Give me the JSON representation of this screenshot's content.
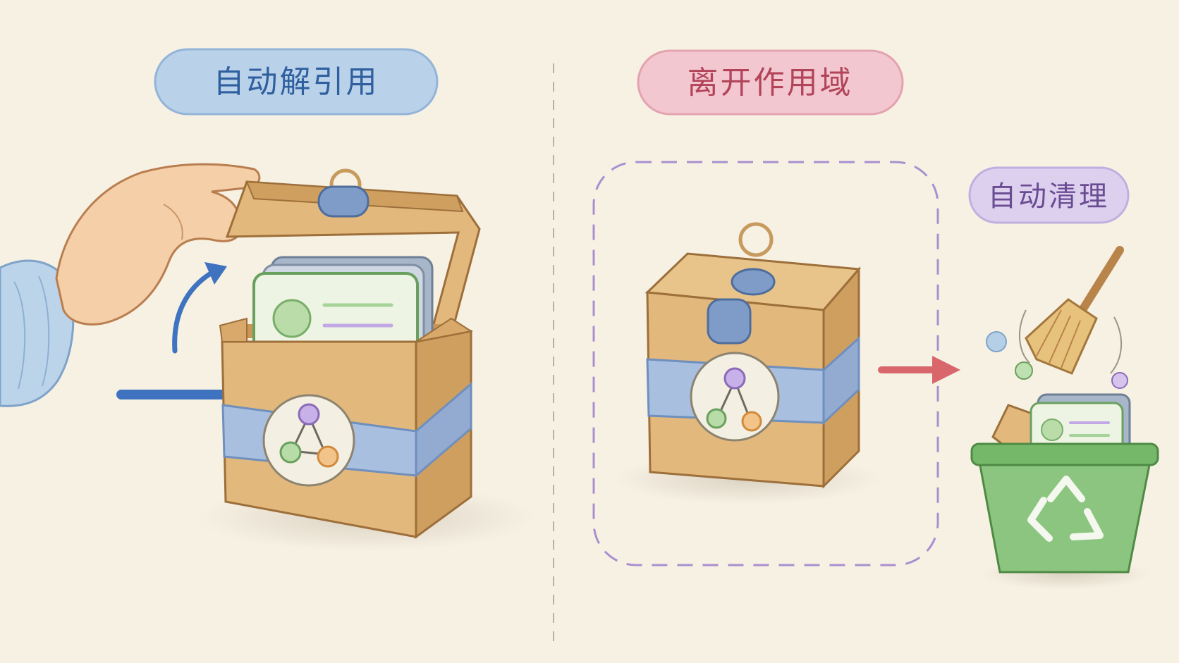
{
  "panels": {
    "left": {
      "label": "自动解引用",
      "label_color": "#2f5f9e",
      "pill_color": "#b9d2ea"
    },
    "right": {
      "scope_label": "离开作用域",
      "scope_label_color": "#b2445a",
      "scope_pill_color": "#f3c7cf",
      "cleanup_label": "自动清理",
      "cleanup_label_color": "#6a4c93",
      "cleanup_pill_color": "#ddd0ee"
    }
  },
  "palette": {
    "box": "#e2b87c",
    "box_shade": "#cf9f60",
    "band": "#a9bfdf",
    "card": "#eef4e3",
    "node_purple": "#b79ad8",
    "node_green": "#a5d39a",
    "node_orange": "#efb46a",
    "arrow_blue": "#3f73c0",
    "arrow_red": "#d9666b",
    "scope_dash": "#a98fd0",
    "bin": "#76b86a"
  }
}
